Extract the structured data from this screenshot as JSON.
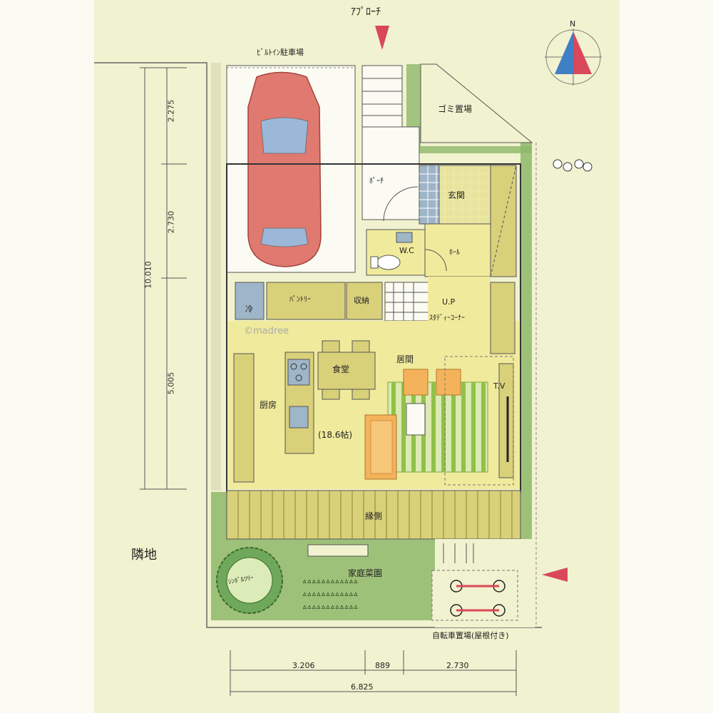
{
  "labels": {
    "approach": "ｱﾌﾟﾛｰﾁ",
    "north": "N",
    "builtin_parking": "ﾋﾞﾙﾄｲﾝ駐車場",
    "garbage": "ゴミ置場",
    "porch": "ﾎﾟｰﾁ",
    "entrance": "玄関",
    "wc": "W.C",
    "hall": "ﾎｰﾙ",
    "pantry": "ﾊﾟﾝﾄﾘｰ",
    "storage": "収納",
    "fridge": "冷",
    "up": "U.P",
    "study_corner": "ｽﾀﾃﾞｨｰｺｰﾅｰ",
    "watermark": "©madree",
    "dining": "食堂",
    "living": "居間",
    "kitchen": "厨房",
    "area": "(18.6帖)",
    "tv": "T.V",
    "engawa": "縁側",
    "neighbor": "隣地",
    "symbol_tree": "ｼﾝﾎﾞﾙﾂﾘｰ",
    "vegetable_garden": "家庭菜園",
    "bicycle_parking": "自転車置場(屋根付き)"
  },
  "dimensions": {
    "total_vertical": "10.010",
    "vertical_segments": [
      "2.275",
      "2.730",
      "5.005"
    ],
    "horizontal_segments": [
      "3.206",
      "889",
      "2.730"
    ],
    "total_horizontal": "6.825"
  },
  "colors": {
    "sheet": "#f1f2cf",
    "floor": "#f0ea9c",
    "tatami": "#d9d07a",
    "garden": "#8fb86a",
    "car": "#e07a70",
    "arrow": "#d9475b",
    "compass_blue": "#3f7fc4",
    "compass_red": "#d9475b"
  }
}
